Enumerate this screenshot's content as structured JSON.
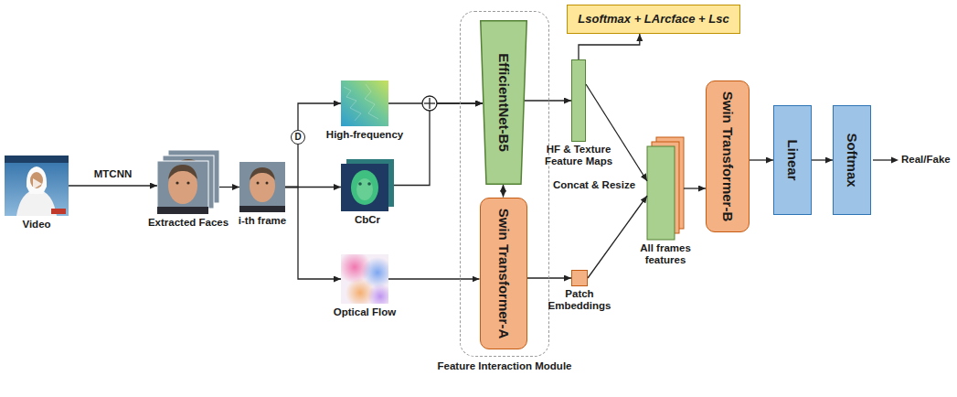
{
  "diagram": {
    "nodes": [
      {
        "text": [
          "Video"
        ]
      },
      {
        "text": [
          "Extracted Faces"
        ]
      },
      {
        "text": [
          "i-th frame"
        ]
      },
      {
        "text": [
          "D"
        ]
      },
      {
        "text": [
          "High-frequency"
        ]
      },
      {
        "text": [
          "CbCr"
        ]
      },
      {
        "text": [
          "Optical Flow"
        ]
      },
      {
        "text": [
          "Feature Interaction Module"
        ]
      },
      {
        "text": [
          "EfficientNet-B5"
        ],
        "in": 7
      },
      {
        "text": [
          "Swin Transformer-A"
        ],
        "in": 7
      },
      {
        "text": [
          "Lsoftmax + LArcface + Lsc"
        ]
      },
      {
        "text": [
          "HF & Texture Feature Maps"
        ]
      },
      {
        "text": [
          "Patch Embeddings"
        ]
      },
      {
        "text": [
          "All frames features"
        ]
      },
      {
        "text": [
          "Swin Transformer-B"
        ]
      },
      {
        "text": [
          "Linear"
        ]
      },
      {
        "text": [
          "Softmax"
        ]
      }
    ],
    "edges": [
      {
        "from": 0,
        "to": 1,
        "arrow": "to",
        "label": "MTCNN"
      },
      {
        "from": 1,
        "to": 2,
        "arrow": "to"
      },
      {
        "from": 2,
        "to": 3,
        "arrow": "none"
      },
      {
        "from": 3,
        "to": 4,
        "arrow": "to"
      },
      {
        "from": 2,
        "to": 5,
        "arrow": "to"
      },
      {
        "from": 2,
        "to": 6,
        "arrow": "to"
      },
      {
        "from": 4,
        "to": 8,
        "arrow": "to"
      },
      {
        "from": 5,
        "to": 8,
        "arrow": "to"
      },
      {
        "from": 6,
        "to": 9,
        "arrow": "to"
      },
      {
        "from": 8,
        "to": 9,
        "arrow": "both"
      },
      {
        "from": 8,
        "to": 11,
        "arrow": "to"
      },
      {
        "from": 11,
        "to": 10,
        "arrow": "to"
      },
      {
        "from": 9,
        "to": 12,
        "arrow": "to"
      },
      {
        "from": 11,
        "to": 13,
        "arrow": "to"
      },
      {
        "from": 12,
        "to": 13,
        "arrow": "to"
      },
      {
        "from": 13,
        "to": 14,
        "arrow": "to"
      },
      {
        "from": 14,
        "to": 15,
        "arrow": "to"
      },
      {
        "from": 15,
        "to": 16,
        "arrow": "to"
      }
    ],
    "labels": [
      "Concat & Resize",
      "Real/Fake"
    ]
  }
}
